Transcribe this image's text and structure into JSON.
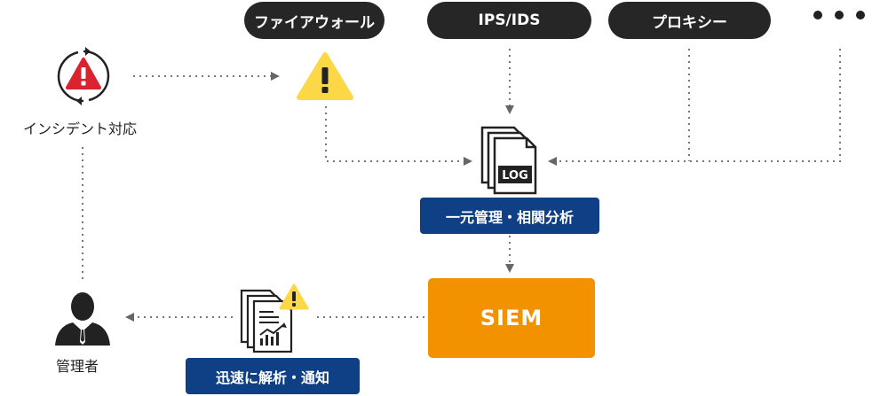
{
  "sources": [
    {
      "label": "ファイアウォール"
    },
    {
      "label": "IPS/IDS"
    },
    {
      "label": "プロキシー"
    }
  ],
  "more_sources_icon": "ellipsis-icon",
  "incident": {
    "label": "インシデント対応",
    "icon": "alert-cycle-icon"
  },
  "log": {
    "text": "LOG",
    "icon": "log-document-icon"
  },
  "central": {
    "label": "一元管理・相関分析"
  },
  "siem": {
    "label": "SIEM"
  },
  "report": {
    "label": "迅速に解析・通知",
    "icon": "report-warning-icon"
  },
  "admin": {
    "label": "管理者",
    "icon": "admin-person-icon"
  },
  "colors": {
    "pill": "#262626",
    "blue": "#0f3f85",
    "siem": "#f39200",
    "alert_red": "#d9232f",
    "warning_yellow": "#fcd846"
  }
}
